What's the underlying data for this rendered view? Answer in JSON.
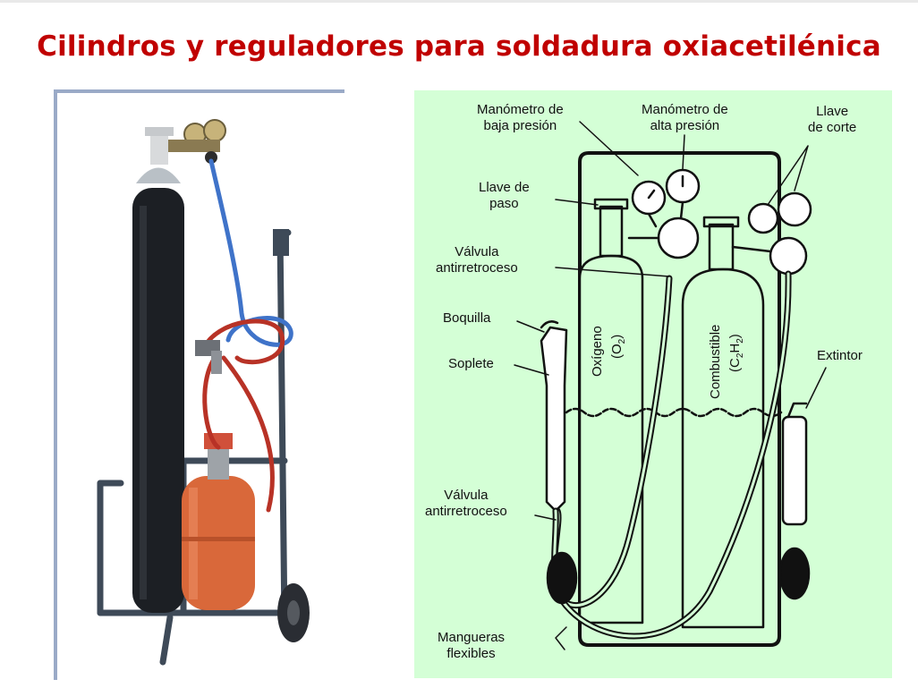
{
  "title": "Cilindros y reguladores para soldadura oxiacetilénica",
  "labels": {
    "manometro_baja": "Manómetro de\nbaja presión",
    "manometro_alta": "Manómetro de\nalta presión",
    "llave_corte": "Llave\nde corte",
    "llave_paso": "Llave de\npaso",
    "valvula_top": "Válvula\nantirretroceso",
    "boquilla": "Boquilla",
    "soplete": "Soplete",
    "extintor": "Extintor",
    "valvula_bottom": "Válvula\nantirretroceso",
    "mangueras": "Mangueras\nflexibles",
    "oxigeno": "Oxígeno",
    "oxigeno_formula": "(O2)",
    "combustible": "Combustible",
    "combustible_formula": "(C2H2)"
  },
  "colors": {
    "title": "#c00000",
    "diagram_bg": "#d4ffd6",
    "oxygen_cylinder": "#1c1f24",
    "butane_bottle": "#d9683a",
    "blue_hose": "#3f73c9",
    "red_hose": "#b83226"
  }
}
